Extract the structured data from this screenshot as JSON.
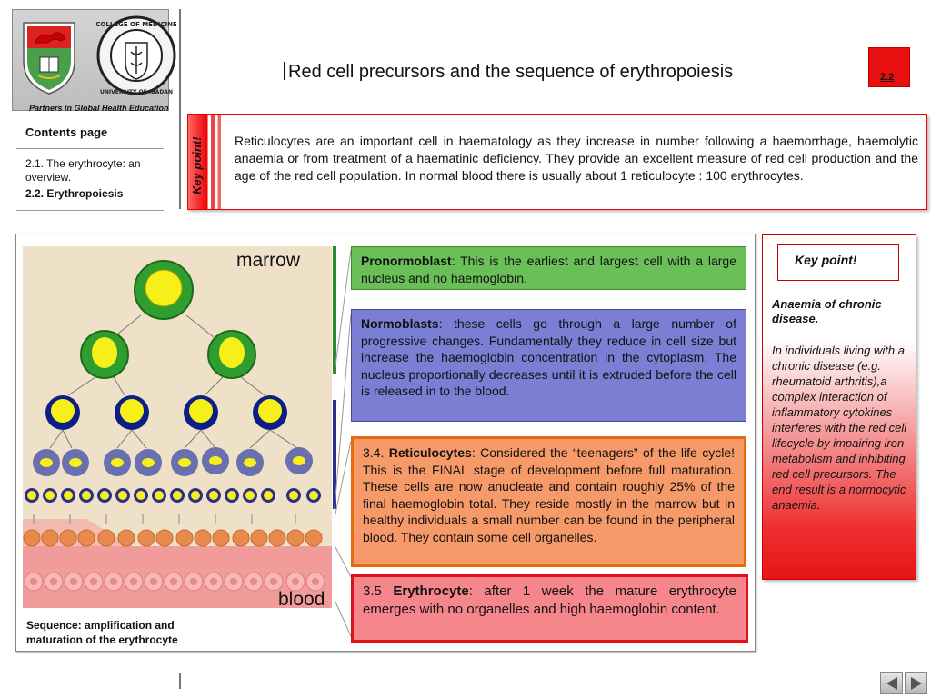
{
  "header": {
    "logo_caption": "Partners in Global Health Education",
    "seal_text": "COLLEGE OF MEDICINE UNIVERSITY OF IBADAN",
    "title": "Red cell precursors and the sequence of erythropoiesis",
    "page_number": "2.2"
  },
  "contents": {
    "title": "Contents page",
    "items": [
      {
        "label": "2.1. The erythrocyte: an overview.",
        "active": false
      },
      {
        "label": "2.2. Erythropoiesis",
        "active": true
      }
    ]
  },
  "key_point_top": {
    "label": "Key point!",
    "text": "Reticulocytes are an important cell in haematology as they increase in number following a haemorrhage, haemolytic anaemia or from treatment of a haematinic deficiency.  They provide an excellent measure of red cell production and the age of the red cell population. In normal blood there is usually about 1 reticulocyte : 100 erythrocytes."
  },
  "diagram": {
    "label_marrow": "marrow",
    "label_blood": "blood",
    "caption_line1": "Sequence: amplification and",
    "caption_line2": "maturation of the erythrocyte"
  },
  "stages": [
    {
      "prefix": "",
      "name": "Pronormoblast",
      "text": ": This is the earliest and largest cell with a large nucleus and no haemoglobin."
    },
    {
      "prefix": "",
      "name": "Normoblasts",
      "text": ": these cells go through a large number of progressive changes.  Fundamentally they reduce in cell size but increase the haemoglobin concentration in the cytoplasm.  The nucleus proportionally decreases until it is extruded before the cell is released in to the blood."
    },
    {
      "prefix": "3.4. ",
      "name": "Reticulocytes",
      "text": ":  Considered the “teenagers” of the life cycle! This is the FINAL stage of development before full maturation.  These cells are now anucleate and contain roughly 25% of the final haemoglobin total.  They reside mostly in the marrow but in healthy individuals a small number can be found in the peripheral blood.  They contain some cell organelles."
    },
    {
      "prefix": "3.5 ",
      "name": "Erythrocyte",
      "text": ":  after 1 week the mature erythrocyte emerges with no organelles and high haemoglobin content."
    }
  ],
  "key_point_right": {
    "label": "Key point!",
    "subtitle": "Anaemia of chronic disease.",
    "text": "In individuals living with a chronic disease (e.g. rheumatoid arthritis),a complex interaction of inflammatory cytokines interferes with the red cell lifecycle by impairing iron metabolism and inhibiting red cell precursors.  The end result is a normocytic anaemia."
  },
  "colors": {
    "accent_red": "#e8100f",
    "pronormoblast_green": "#6bbf59",
    "normoblast_blue": "#7a7fd4",
    "reticulocyte_orange": "#f79a6a",
    "erythrocyte_red": "#f5868b"
  }
}
